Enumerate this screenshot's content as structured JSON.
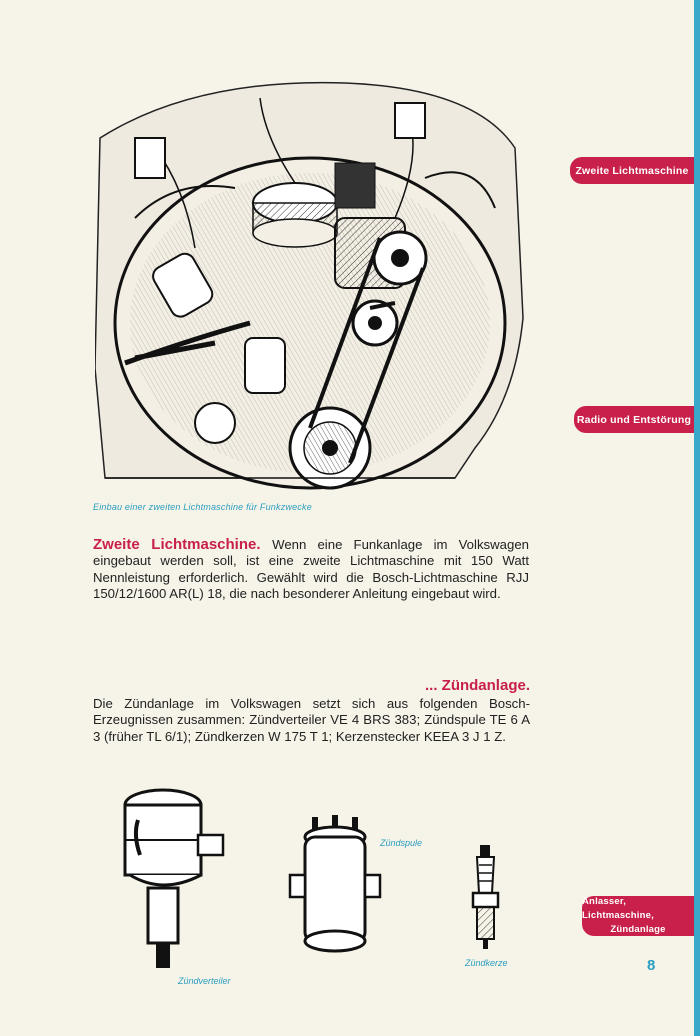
{
  "figure": {
    "caption": "Einbau einer zweiten Lichtmaschine für Funkzwecke"
  },
  "tabs": {
    "tab1": "Zweite Lichtmaschine",
    "tab2": "Radio und Entstörung",
    "tab3_line1": "Anlasser, Lichtmaschine,",
    "tab3_line2": "Zündanlage"
  },
  "section1": {
    "heading": "Zweite Lichtmaschine.",
    "body": "Wenn eine Funkanlage im Volkswagen eingebaut werden soll, ist eine zweite Lichtmaschine mit 150 Watt Nennleistung erforderlich. Gewählt wird die Bosch-Lichtmaschine RJJ 150/12/1600 AR(L) 18, die nach besonderer Anleitung eingebaut wird."
  },
  "section2": {
    "heading": "... Zündanlage.",
    "body": "Die Zündanlage im Volkswagen setzt sich aus folgenden Bosch-Erzeugnissen zusammen: Zündverteiler VE 4 BRS 383; Zündspule TE 6 A 3 (früher TL 6/1); Zündkerzen W 175 T 1; Kerzenstecker KEEA 3 J 1 Z."
  },
  "parts": {
    "distributor": "Zündverteiler",
    "coil": "Zündspule",
    "plug": "Zündkerze"
  },
  "page_number": "8",
  "colors": {
    "accent": "#c8204a",
    "caption": "#2a9ec0",
    "edge": "#3aa8c8"
  }
}
